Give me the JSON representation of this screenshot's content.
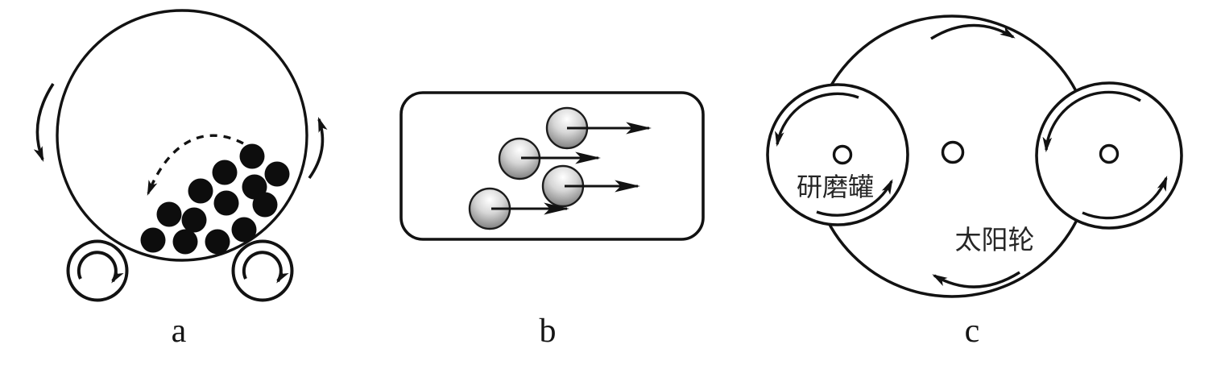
{
  "figures": {
    "a": {
      "caption": "a"
    },
    "b": {
      "caption": "b"
    },
    "c": {
      "caption": "c",
      "jar_label": "研磨罐",
      "sun_wheel_label": "太阳轮"
    }
  },
  "colors": {
    "line": "#121212",
    "background": "#ffffff",
    "grinding_ball": "#0d0d0d",
    "sphere_highlight": "#ffffff",
    "sphere_shadow": "#4a4a4a"
  }
}
